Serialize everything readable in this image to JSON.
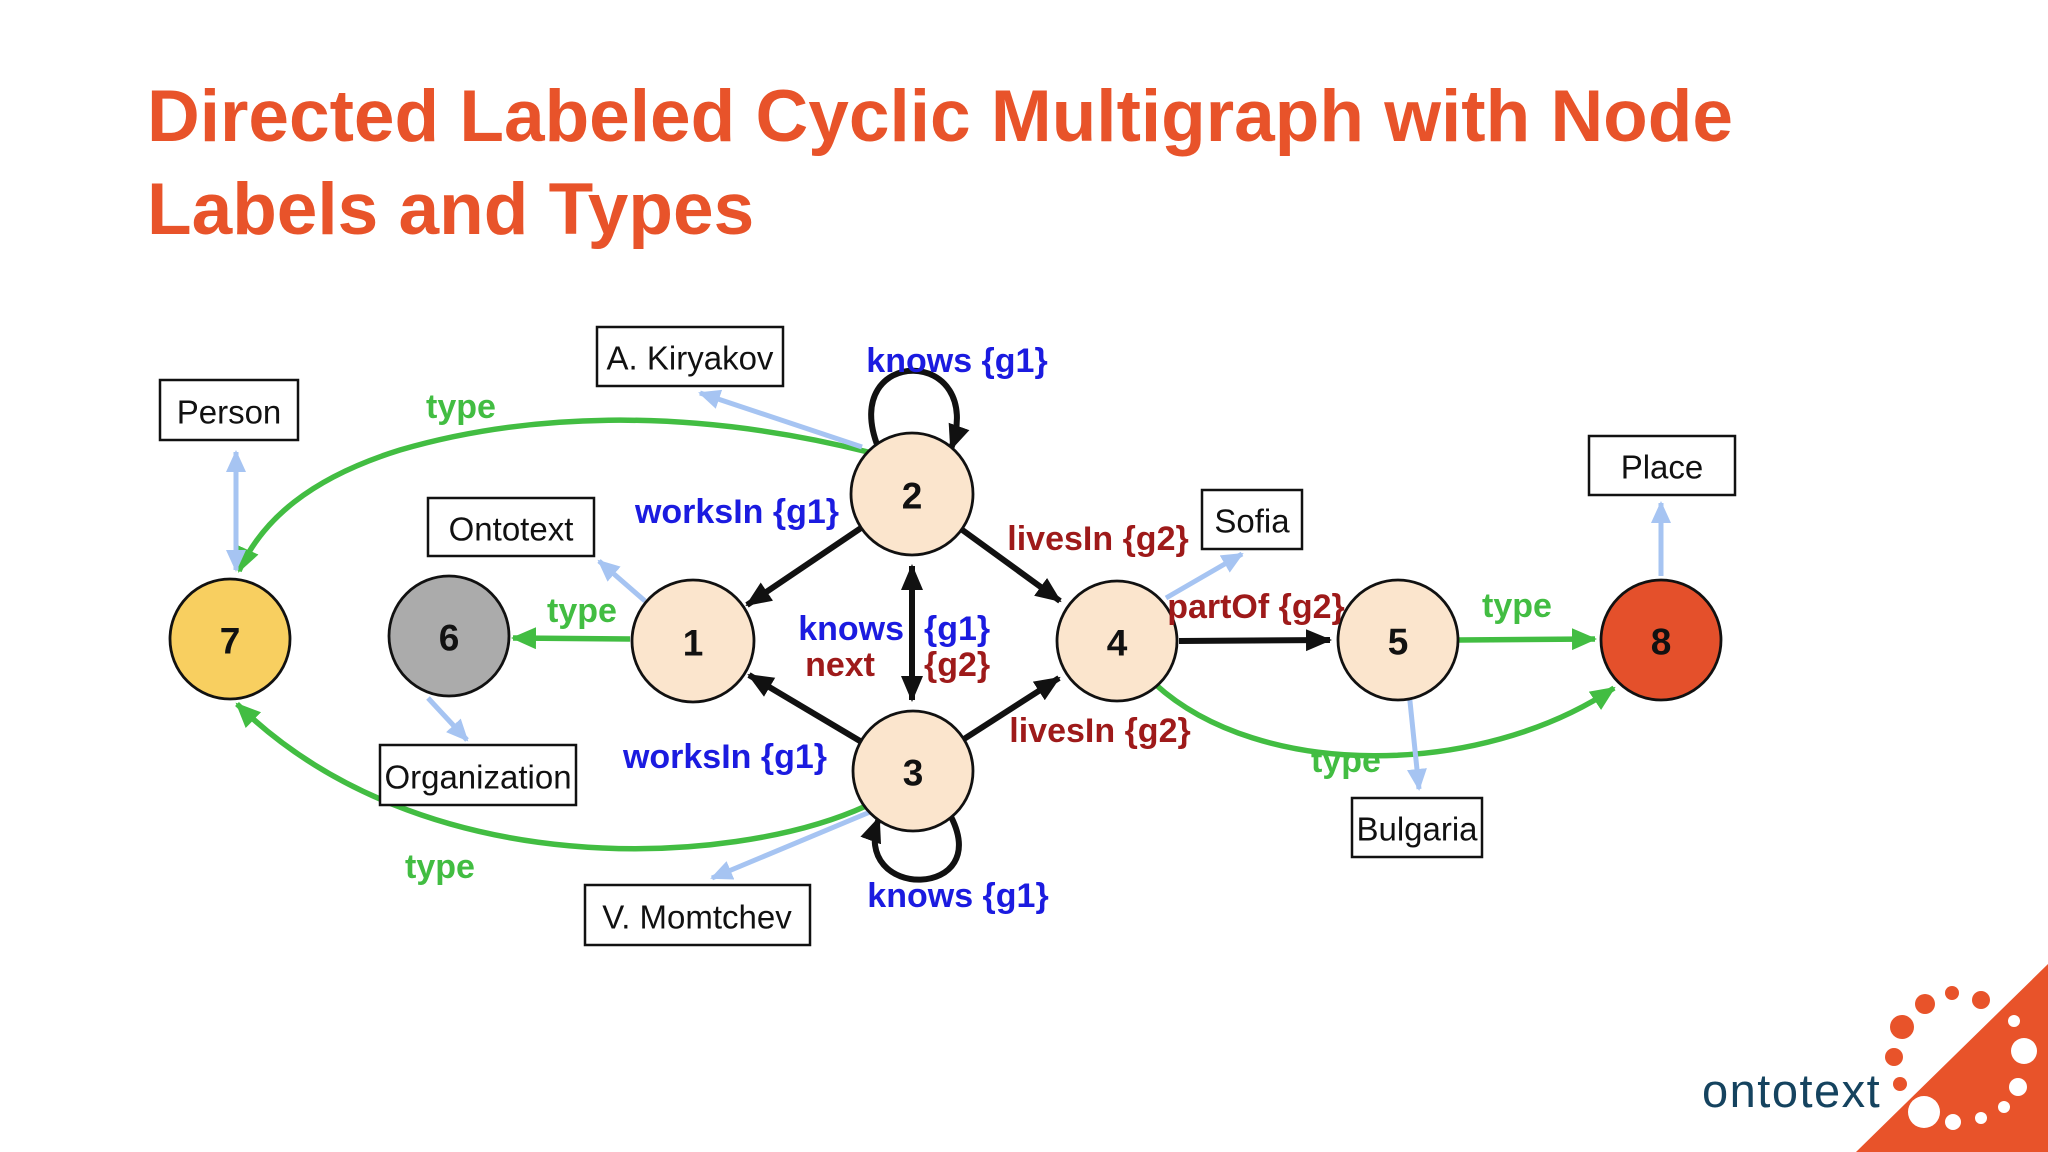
{
  "slide": {
    "title_line1": "Directed Labeled Cyclic Multigraph with Node",
    "title_line2": "Labels and Types"
  },
  "colors": {
    "title": "#E8532A",
    "edge_black": "#111111",
    "edge_green": "#42BD42",
    "label_arrow_blue": "#A6C4F2",
    "text_blue": "#1B1BE0",
    "text_dark_red": "#9E1A1A",
    "node_peach": "#FBE5CD",
    "node_yellow": "#F8CF60",
    "node_gray": "#ABABAB",
    "node_red": "#E4502B",
    "logo_orange": "#E8532A",
    "logo_text": "#15435F"
  },
  "nodes": {
    "n1": "1",
    "n2": "2",
    "n3": "3",
    "n4": "4",
    "n5": "5",
    "n6": "6",
    "n7": "7",
    "n8": "8"
  },
  "entity_labels": {
    "person": "Person",
    "kiryakov": "A. Kiryakov",
    "ontotext": "Ontotext",
    "organization": "Organization",
    "sofia": "Sofia",
    "place": "Place",
    "bulgaria": "Bulgaria",
    "momtchev": "V. Momtchev"
  },
  "edge_labels": {
    "knows_top": "knows {g1}",
    "knows_bottom": "knows {g1}",
    "worksin_top": "worksIn {g1}",
    "worksin_bottom": "worksIn {g1}",
    "livesin_top": "livesIn {g2}",
    "livesin_bottom": "livesIn {g2}",
    "partof": "partOf {g2}",
    "knows_mid": "knows",
    "next_mid": "next",
    "g1_mid": "{g1}",
    "g2_mid": "{g2}",
    "type1": "type",
    "type2": "type",
    "type3": "type",
    "type4": "type",
    "type5": "type"
  },
  "edges": [
    {
      "from": "2",
      "to": "1",
      "label_key": "worksin_top"
    },
    {
      "from": "3",
      "to": "1",
      "label_key": "worksin_bottom"
    },
    {
      "from": "3",
      "to": "2",
      "label_key": "knows_mid",
      "graphs": "{g1} {g2}",
      "second_label_key": "next_mid"
    },
    {
      "from": "2",
      "to": "2",
      "label_key": "knows_top"
    },
    {
      "from": "3",
      "to": "3",
      "label_key": "knows_bottom"
    },
    {
      "from": "2",
      "to": "4",
      "label_key": "livesin_top"
    },
    {
      "from": "3",
      "to": "4",
      "label_key": "livesin_bottom"
    },
    {
      "from": "4",
      "to": "5",
      "label_key": "partof"
    },
    {
      "from": "2",
      "to": "7",
      "label_key": "type1"
    },
    {
      "from": "1",
      "to": "6",
      "label_key": "type2"
    },
    {
      "from": "3",
      "to": "7",
      "label_key": "type5"
    },
    {
      "from": "5",
      "to": "8",
      "label_key": "type3"
    },
    {
      "from": "4",
      "to": "8",
      "label_key": "type4"
    }
  ],
  "node_annotations": [
    {
      "node": "7",
      "label_key": "person"
    },
    {
      "node": "2",
      "label_key": "kiryakov"
    },
    {
      "node": "1",
      "label_key": "ontotext"
    },
    {
      "node": "6",
      "label_key": "organization"
    },
    {
      "node": "4",
      "label_key": "sofia"
    },
    {
      "node": "5",
      "label_key": "bulgaria"
    },
    {
      "node": "8",
      "label_key": "place"
    },
    {
      "node": "3",
      "label_key": "momtchev"
    }
  ],
  "logo": {
    "wordmark": "ontotext"
  }
}
